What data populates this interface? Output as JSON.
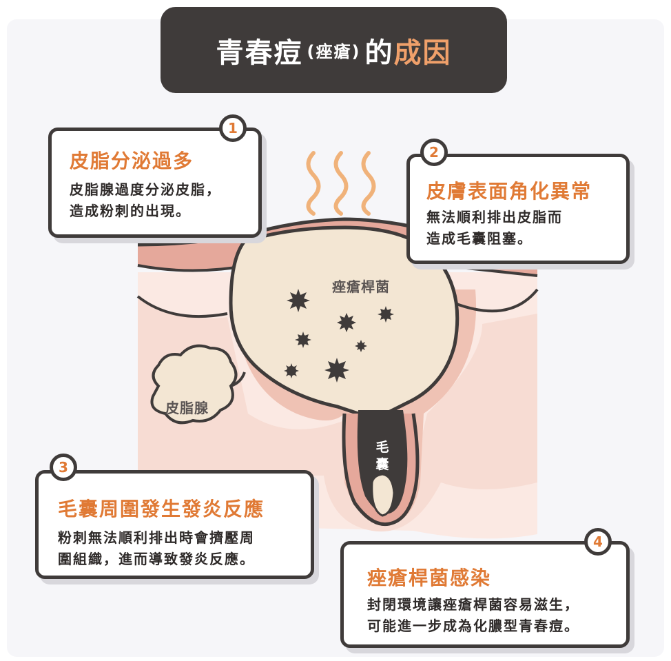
{
  "title": {
    "main": "青春痘",
    "paren": "(痤瘡)",
    "connector": "的",
    "accent": "成因"
  },
  "diagram_labels": {
    "bacteria": "痤瘡桿菌",
    "gland": "皮脂腺",
    "follicle": "毛囊"
  },
  "cards": [
    {
      "number": "1",
      "heading": "皮脂分泌過多",
      "lines": [
        "皮脂腺過度分泌皮脂，",
        "造成粉刺的出現。"
      ]
    },
    {
      "number": "2",
      "heading": "皮膚表面角化異常",
      "lines": [
        "無法順利排出皮脂而",
        "造成毛囊阻塞。"
      ]
    },
    {
      "number": "3",
      "heading": "毛囊周圍發生發炎反應",
      "lines": [
        "粉刺無法順利排出時會擠壓周",
        "圍組織，進而導致發炎反應。"
      ]
    },
    {
      "number": "4",
      "heading": "痤瘡桿菌感染",
      "lines": [
        "封閉環境讓痤瘡桿菌容易滋生，",
        "可能進一步成為化膿型青春痘。"
      ]
    }
  ],
  "colors": {
    "accent": "#e07a35",
    "title_bg": "#3f3b3a",
    "title_accent": "#f0a06a",
    "sebum": "#f3e6d3",
    "skin_dark": "#e5a89b",
    "skin_light": "#f7dcd3",
    "steam": "#f0b27a"
  }
}
